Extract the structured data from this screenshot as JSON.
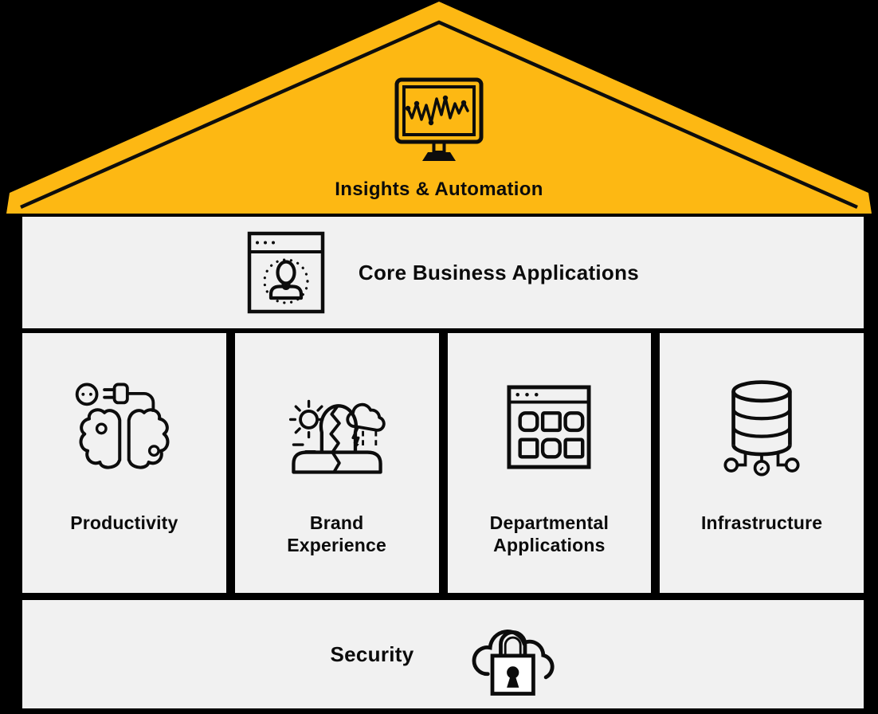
{
  "colors": {
    "background": "#000000",
    "roof": "#FDB813",
    "panel": "#F1F1F1",
    "stroke": "#0D0D0D",
    "text": "#0B0B0B"
  },
  "roof": {
    "label": "Insights & Automation",
    "icon": "monitor-analytics-icon"
  },
  "core_band": {
    "label": "Core Business Applications",
    "icon": "browser-user-icon"
  },
  "columns": [
    {
      "label": "Productivity",
      "icon": "brain-plug-icon"
    },
    {
      "label": "Brand Experience",
      "icon": "split-head-weather-icon"
    },
    {
      "label": "Departmental Applications",
      "icon": "app-grid-window-icon"
    },
    {
      "label": "Infrastructure",
      "icon": "database-network-icon"
    }
  ],
  "security_band": {
    "label": "Security",
    "icon": "cloud-padlock-icon"
  }
}
